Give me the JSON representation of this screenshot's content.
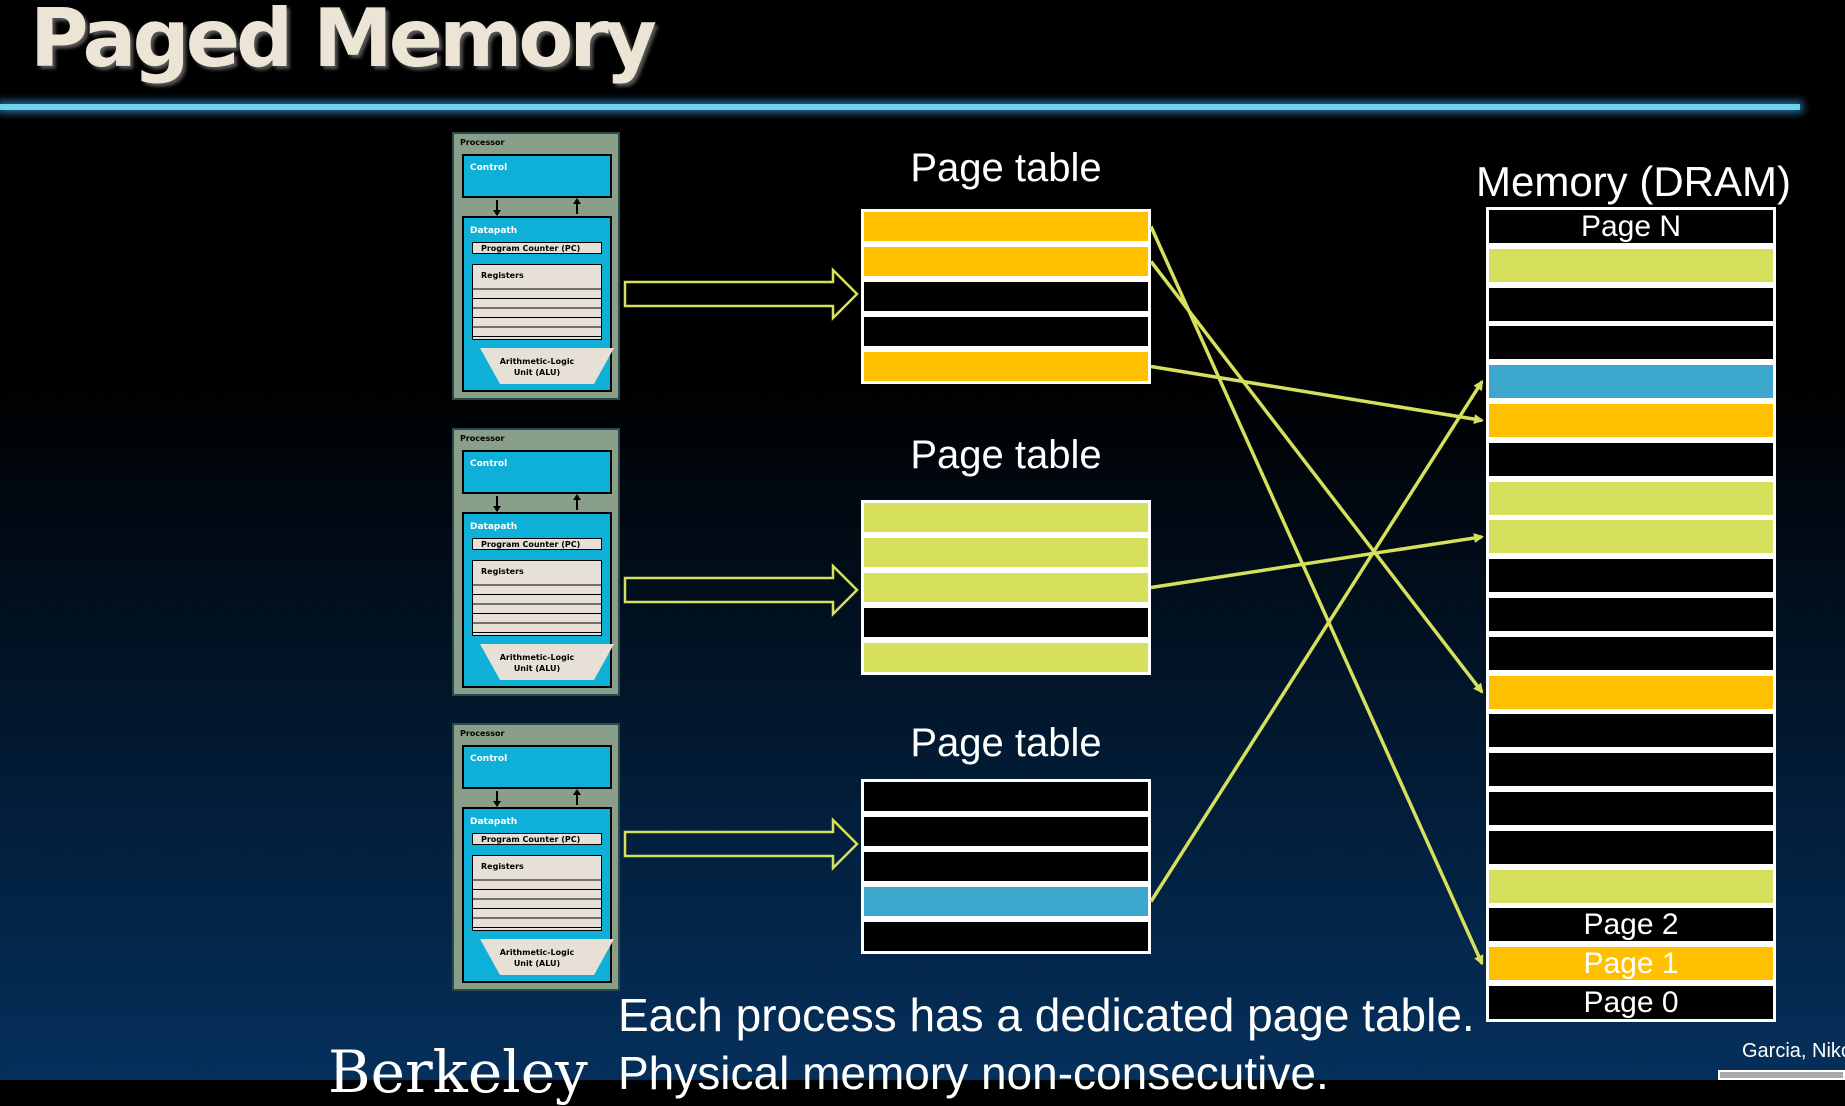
{
  "title": "Paged Memory",
  "colors": {
    "orange": "#ffc000",
    "green": "#d6e05c",
    "blue": "#3ca7cc",
    "empty": "#000000",
    "arrow": "#d6e05c"
  },
  "processor": {
    "label": "Processor",
    "control": "Control",
    "datapath": "Datapath",
    "pc": "Program Counter (PC)",
    "registers": "Registers",
    "alu_line1": "Arithmetic-Logic",
    "alu_line2": "Unit (ALU)"
  },
  "page_tables": [
    {
      "label": "Page table",
      "rows": [
        "orange",
        "orange",
        "empty",
        "empty",
        "orange"
      ]
    },
    {
      "label": "Page table",
      "rows": [
        "green",
        "green",
        "green",
        "empty",
        "green"
      ]
    },
    {
      "label": "Page table",
      "rows": [
        "empty",
        "empty",
        "empty",
        "blue",
        "empty"
      ]
    }
  ],
  "memory": {
    "label": "Memory (DRAM)",
    "rows": [
      {
        "color": "empty",
        "text": "Page N"
      },
      {
        "color": "green",
        "text": ""
      },
      {
        "color": "empty",
        "text": ""
      },
      {
        "color": "empty",
        "text": ""
      },
      {
        "color": "blue",
        "text": ""
      },
      {
        "color": "orange",
        "text": ""
      },
      {
        "color": "empty",
        "text": ""
      },
      {
        "color": "green",
        "text": ""
      },
      {
        "color": "green",
        "text": ""
      },
      {
        "color": "empty",
        "text": ""
      },
      {
        "color": "empty",
        "text": ""
      },
      {
        "color": "empty",
        "text": ""
      },
      {
        "color": "orange",
        "text": ""
      },
      {
        "color": "empty",
        "text": ""
      },
      {
        "color": "empty",
        "text": ""
      },
      {
        "color": "empty",
        "text": ""
      },
      {
        "color": "empty",
        "text": ""
      },
      {
        "color": "green",
        "text": ""
      },
      {
        "color": "empty",
        "text": "Page 2"
      },
      {
        "color": "orange",
        "text": "Page 1"
      },
      {
        "color": "empty",
        "text": "Page 0"
      }
    ]
  },
  "mappings": [
    {
      "table": 0,
      "row": 0,
      "mem": 19
    },
    {
      "table": 0,
      "row": 1,
      "mem": 12
    },
    {
      "table": 0,
      "row": 4,
      "mem": 5
    },
    {
      "table": 1,
      "row": 2,
      "mem": 8
    },
    {
      "table": 2,
      "row": 3,
      "mem": 4
    }
  ],
  "footer": {
    "line1": "Each process has a dedicated page table.",
    "line2": "Physical memory non-consecutive."
  },
  "berkeley": "Berkeley",
  "credit": "Garcia, Nikolić"
}
